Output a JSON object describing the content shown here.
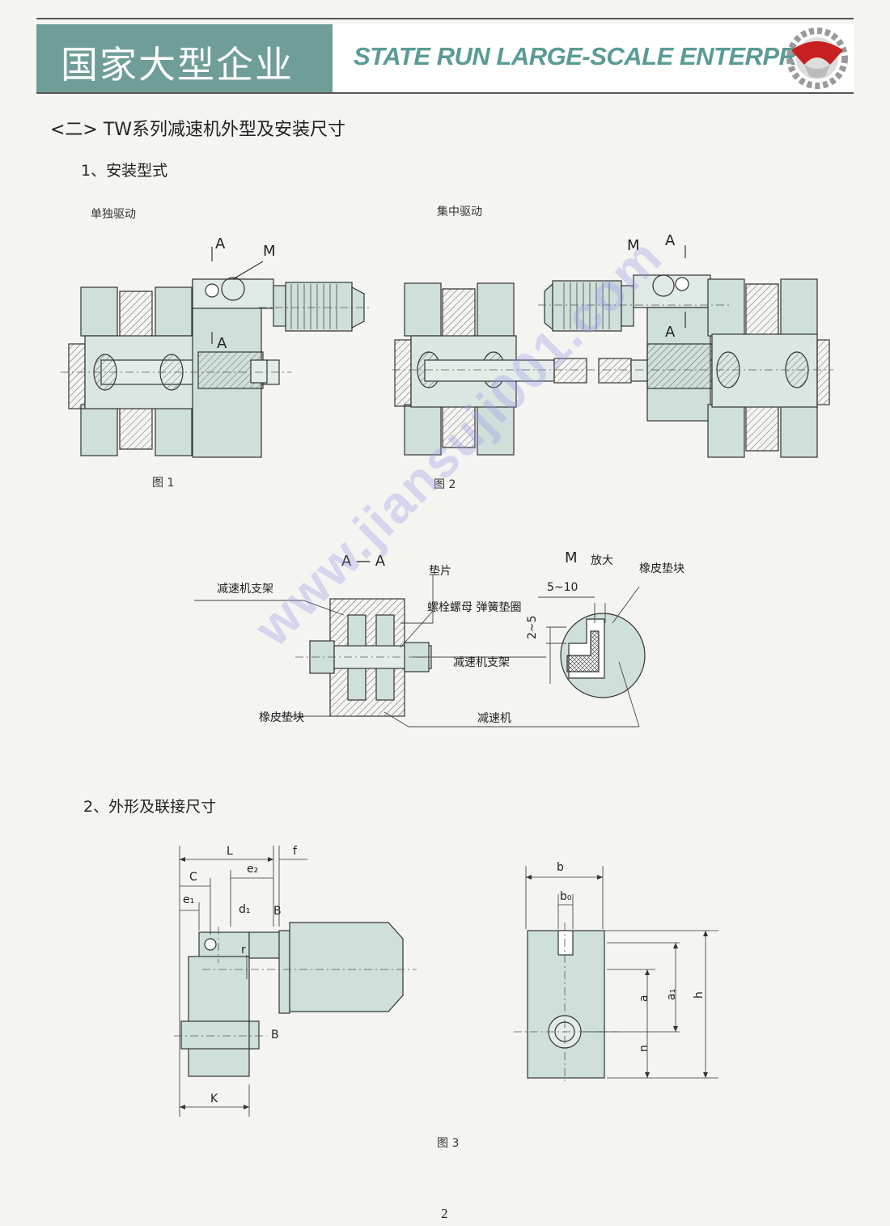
{
  "header": {
    "title_cn": "国家大型企业",
    "title_en": "STATE RUN LARGE-SCALE ENTERPRISE",
    "logo_icon": "gear-wing-logo-icon",
    "accent_color": "#6f9e98"
  },
  "section": {
    "title": "<二> TW系列减速机外型及安装尺寸",
    "sub1": "1、安装型式",
    "sub2": "2、外形及联接尺寸"
  },
  "fig1": {
    "label": "单独驱动",
    "caption": "图 1",
    "mark_a_top": "A",
    "mark_a_bottom": "A",
    "mark_m": "M"
  },
  "fig2": {
    "label": "集中驱动",
    "caption": "图 2",
    "mark_a_top": "A",
    "mark_a_bottom": "A",
    "mark_m": "M"
  },
  "section_aa": {
    "title": "A — A",
    "shim": "垫片",
    "bracket_left": "减速机支架",
    "bolt_nut": "螺栓螺母 弹簧垫圈",
    "bracket_right": "减速机支架",
    "rubber": "橡皮垫块",
    "reducer": "减速机"
  },
  "detail_m": {
    "title": "M",
    "enlarge": "放大",
    "rubber": "橡皮垫块",
    "gap": "5~10",
    "depth": "2~5"
  },
  "fig3": {
    "caption": "图 3",
    "dims": {
      "L": "L",
      "f": "f",
      "C": "C",
      "e2": "e₂",
      "e1": "e₁",
      "d1": "d₁",
      "B_top": "B",
      "r": "r",
      "B_bottom": "B",
      "K": "K",
      "b": "b",
      "b0": "b₀",
      "a": "a",
      "a1": "a₁",
      "h": "h",
      "n": "n"
    }
  },
  "watermark": "www.jiansuji001.com",
  "page_number": "2"
}
